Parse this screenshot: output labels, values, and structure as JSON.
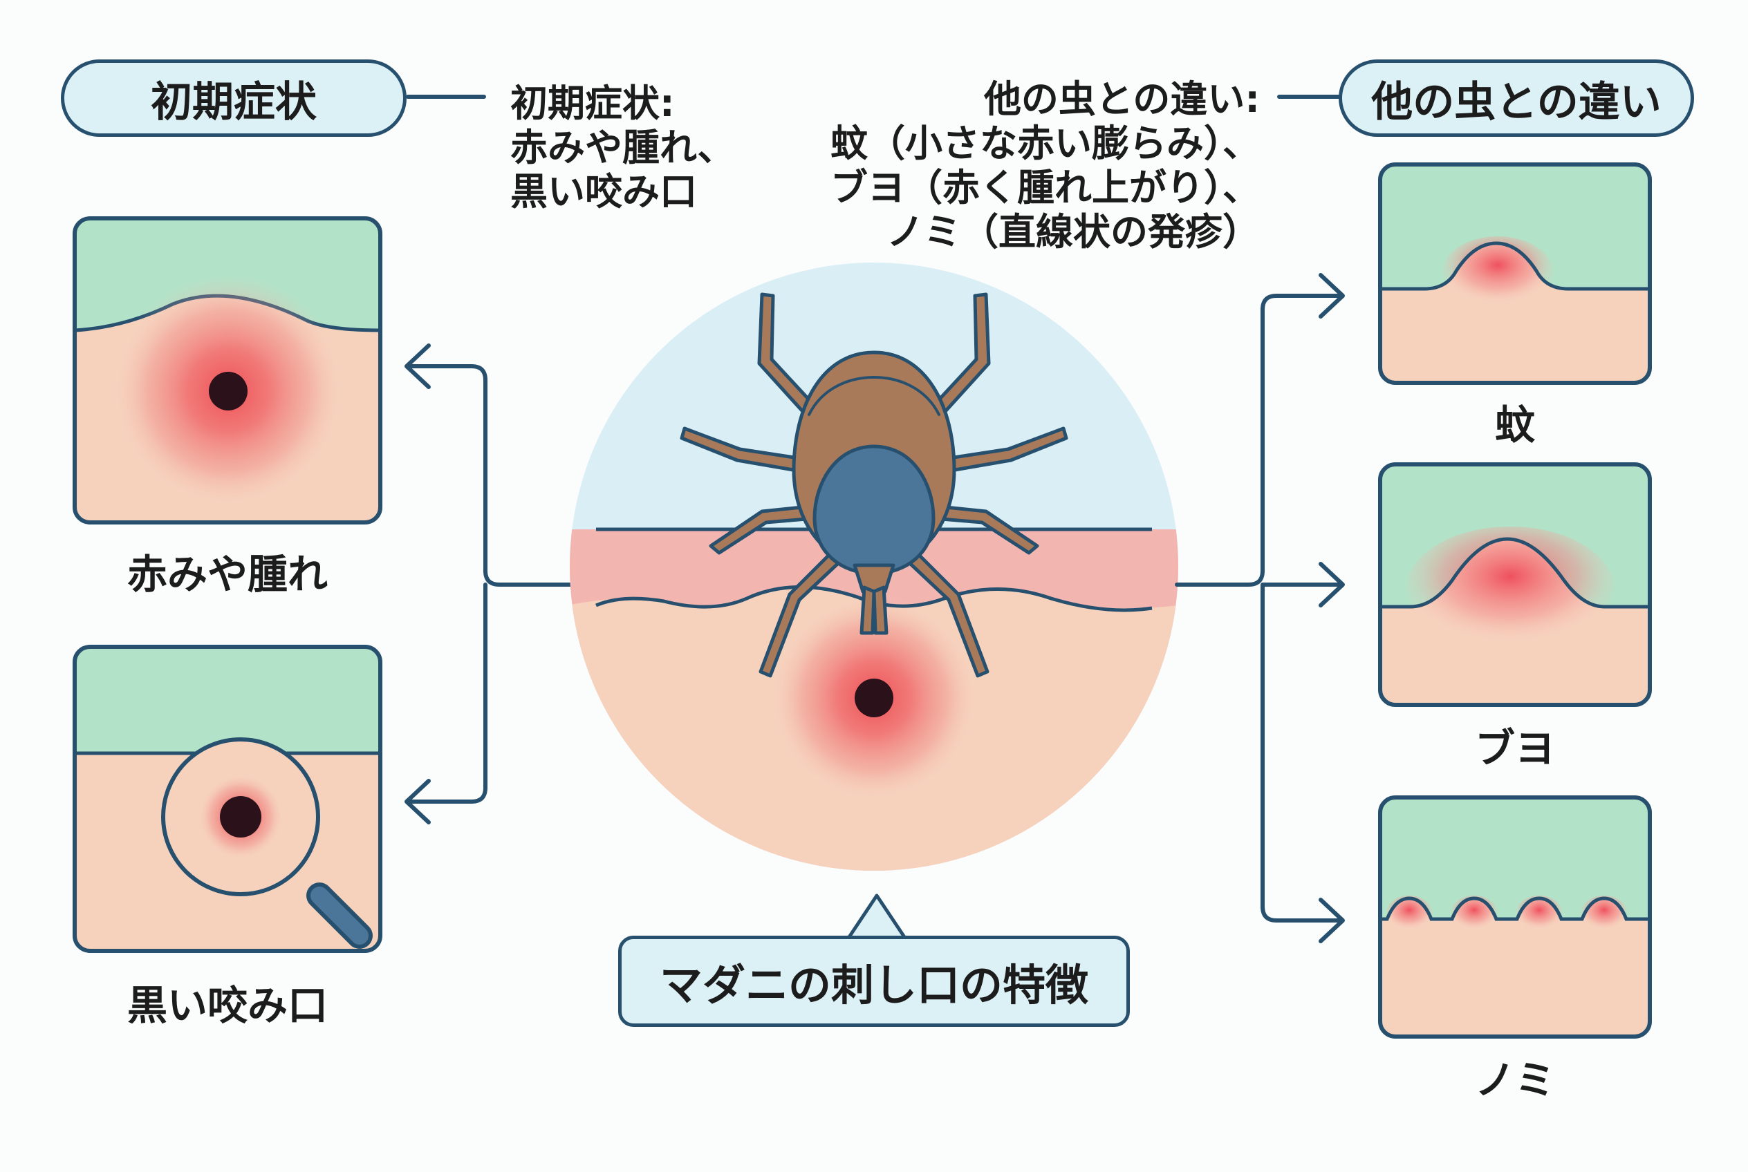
{
  "left": {
    "badge": "初期症状",
    "note_lines": [
      "初期症状:",
      "赤みや腫れ、",
      "黒い咬み口"
    ],
    "panel_captions": [
      "赤みや腫れ",
      "黒い咬み口"
    ]
  },
  "right": {
    "badge": "他の虫との違い",
    "note_lines": [
      "他の虫との違い:",
      "蚊（小さな赤い膨らみ）、",
      "ブヨ（赤く腫れ上がり）、",
      "ノミ（直線状の発疹）"
    ],
    "panel_captions": [
      "蚊",
      "ブヨ",
      "ノミ"
    ]
  },
  "center": {
    "title": "マダニの刺し口の特徴"
  },
  "colors": {
    "outline": "#27506f",
    "skin_top": "#b2e2c8",
    "skin": "#f6d2bd",
    "redness": "#ef5c60",
    "bite_dot": "#2b1119",
    "tick_body": "#a97a5a",
    "tick_shield": "#4b7599",
    "badge_fill": "#dcf1f6",
    "sky": "#d9eef5"
  },
  "icons": [
    "tick-icon",
    "magnifier-icon",
    "arrow-right-icon",
    "arrow-left-icon"
  ]
}
